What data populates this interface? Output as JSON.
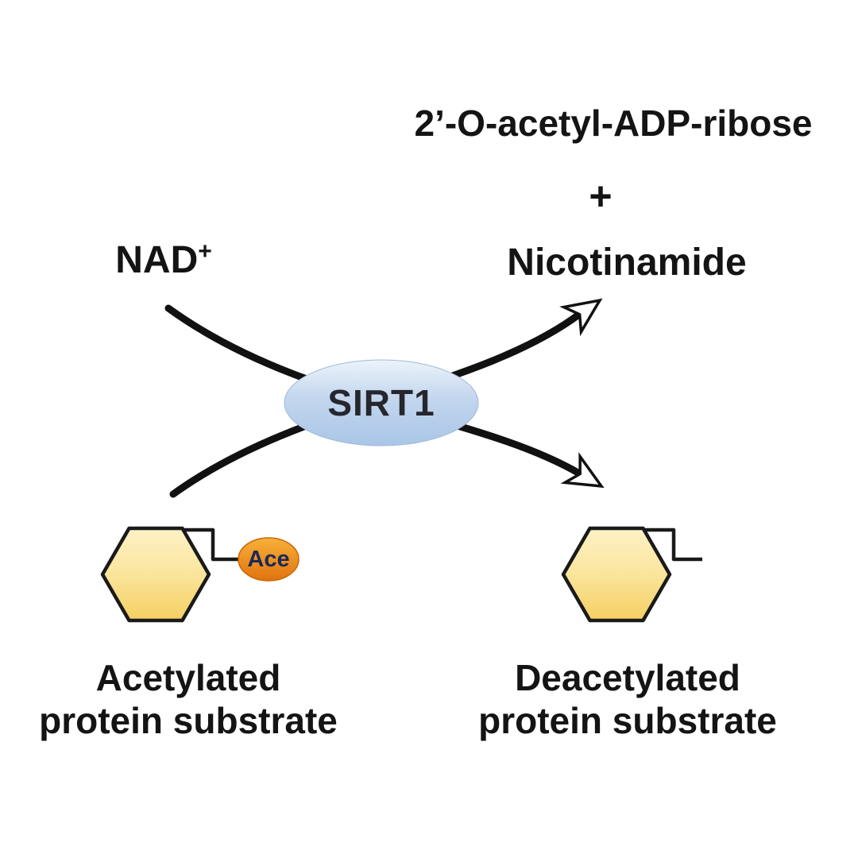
{
  "nad": {
    "base": "NAD",
    "sup": "+"
  },
  "products": {
    "acetyl_adp_ribose": "2’-O-acetyl-ADP-ribose",
    "plus": "+",
    "nicotinamide": "Nicotinamide"
  },
  "enzyme": {
    "label": "SIRT1"
  },
  "acetyl_group": {
    "label": "Ace"
  },
  "acetylated_substrate": {
    "line1": "Acetylated",
    "line2": "protein substrate"
  },
  "deacetylated_substrate": {
    "line1": "Deacetylated",
    "line2": "protein substrate"
  },
  "colors": {
    "enzyme_fill_top": "#e9f1fa",
    "enzyme_fill_bottom": "#a9c6e6",
    "substrate_fill_top": "#fdf2c6",
    "substrate_fill_bottom": "#f5cf62",
    "acetyl_fill_top": "#f9ae2e",
    "acetyl_fill_bottom": "#e0730f",
    "arrow_color": "#111111",
    "outline_color": "#1a1a1a"
  }
}
